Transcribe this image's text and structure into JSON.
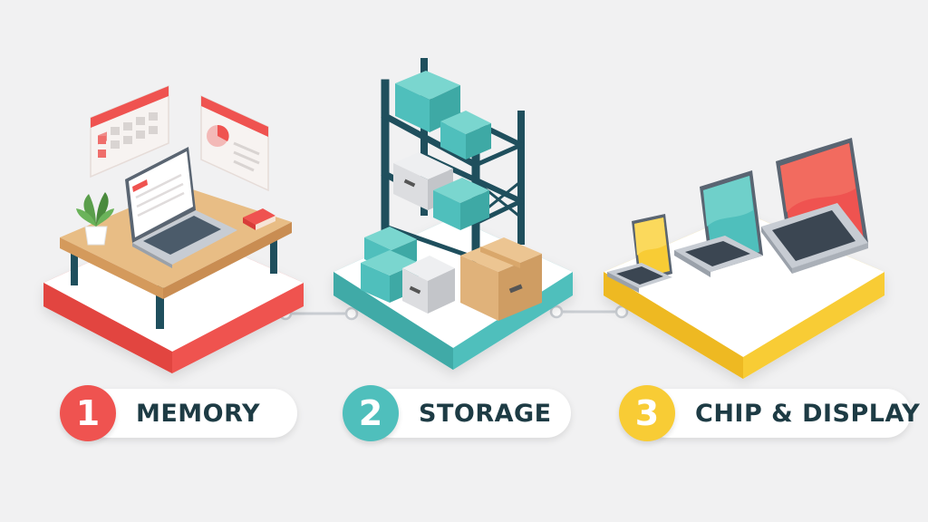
{
  "colors": {
    "step1_accent": "#ef5350",
    "step2_accent": "#4fbfbc",
    "step3_accent": "#f8cc35",
    "label_text": "#1d3b44",
    "shelf": "#1f4f5d",
    "box_teal": "#5ec7c0",
    "box_grey": "#dcdde0",
    "box_cardboard": "#e0b27a",
    "desk_top": "#e8bd85"
  },
  "steps": [
    {
      "number": "1",
      "label": "MEMORY",
      "icon": "desk-laptop-workspace-icon"
    },
    {
      "number": "2",
      "label": "STORAGE",
      "icon": "storage-shelf-boxes-icon"
    },
    {
      "number": "3",
      "label": "CHIP & DISPLAY",
      "icon": "laptop-sizes-icon"
    }
  ]
}
